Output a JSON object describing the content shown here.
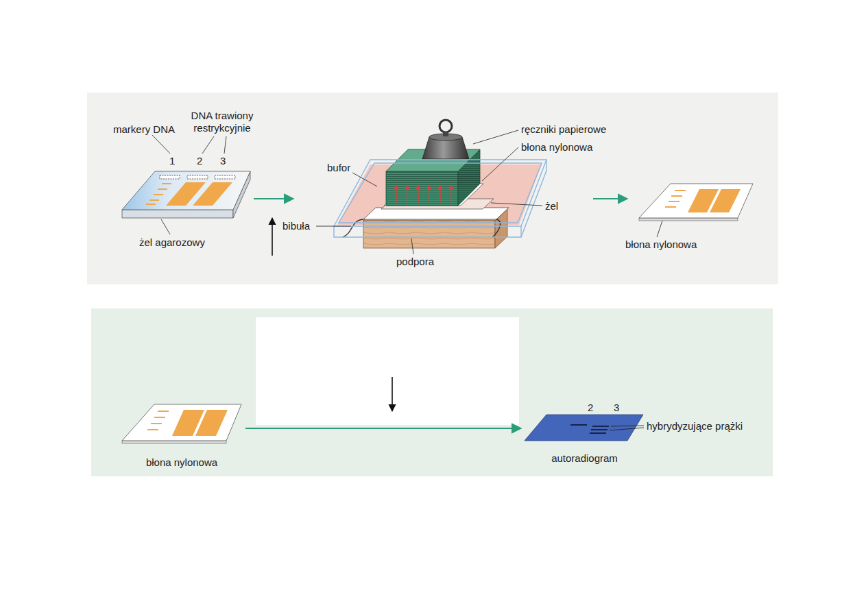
{
  "diagram": {
    "nodes": [
      {
        "text": [
          "błona nylonowa"
        ]
      },
      {
        "text": [
          "autoradiogram"
        ]
      }
    ],
    "edges": [
      {
        "from": 0,
        "to": 1,
        "arrow": "to"
      }
    ],
    "labels": [
      "markery DNA",
      "DNA trawiony restrykcyjnie",
      "1",
      "2",
      "3",
      "żel agarozowy",
      "ręczniki papierowe",
      "błona nylonowa",
      "bufor",
      "żel",
      "bibuła",
      "podpora",
      "błona nylonowa",
      "2",
      "3",
      "hybrydyzujące prążki"
    ]
  }
}
